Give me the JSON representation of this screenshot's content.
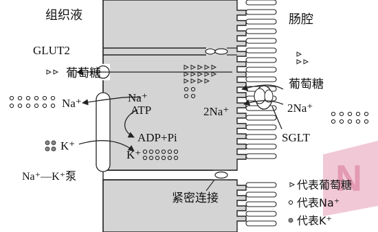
{
  "diagram": {
    "regions": {
      "interstitial_fluid": "组织液",
      "intestinal_lumen": "肠腔"
    },
    "transporters": {
      "glut2": "GLUT2",
      "sglt": "SGLT",
      "pump": "Na⁺—K⁺泵"
    },
    "labels": {
      "glucose_out": "葡萄糖",
      "na_out": "Na⁺",
      "na_in_pump": "Na⁺",
      "atp": "ATP",
      "adp_pi": "ADP+Pi",
      "k_out": "K⁺",
      "k_in": "K⁺",
      "glucose_sglt": "葡萄糖",
      "two_na_left": "2Na⁺",
      "two_na_right": "2Na⁺",
      "tight_junction": "紧密连接"
    },
    "legend": {
      "glucose": "代表葡萄糖",
      "na": "代表Na⁺",
      "k": "代表K⁺"
    },
    "colors": {
      "cytoplasm": "#d4d4d4",
      "stroke": "#222222",
      "watermark": "#e8b8c8"
    }
  }
}
